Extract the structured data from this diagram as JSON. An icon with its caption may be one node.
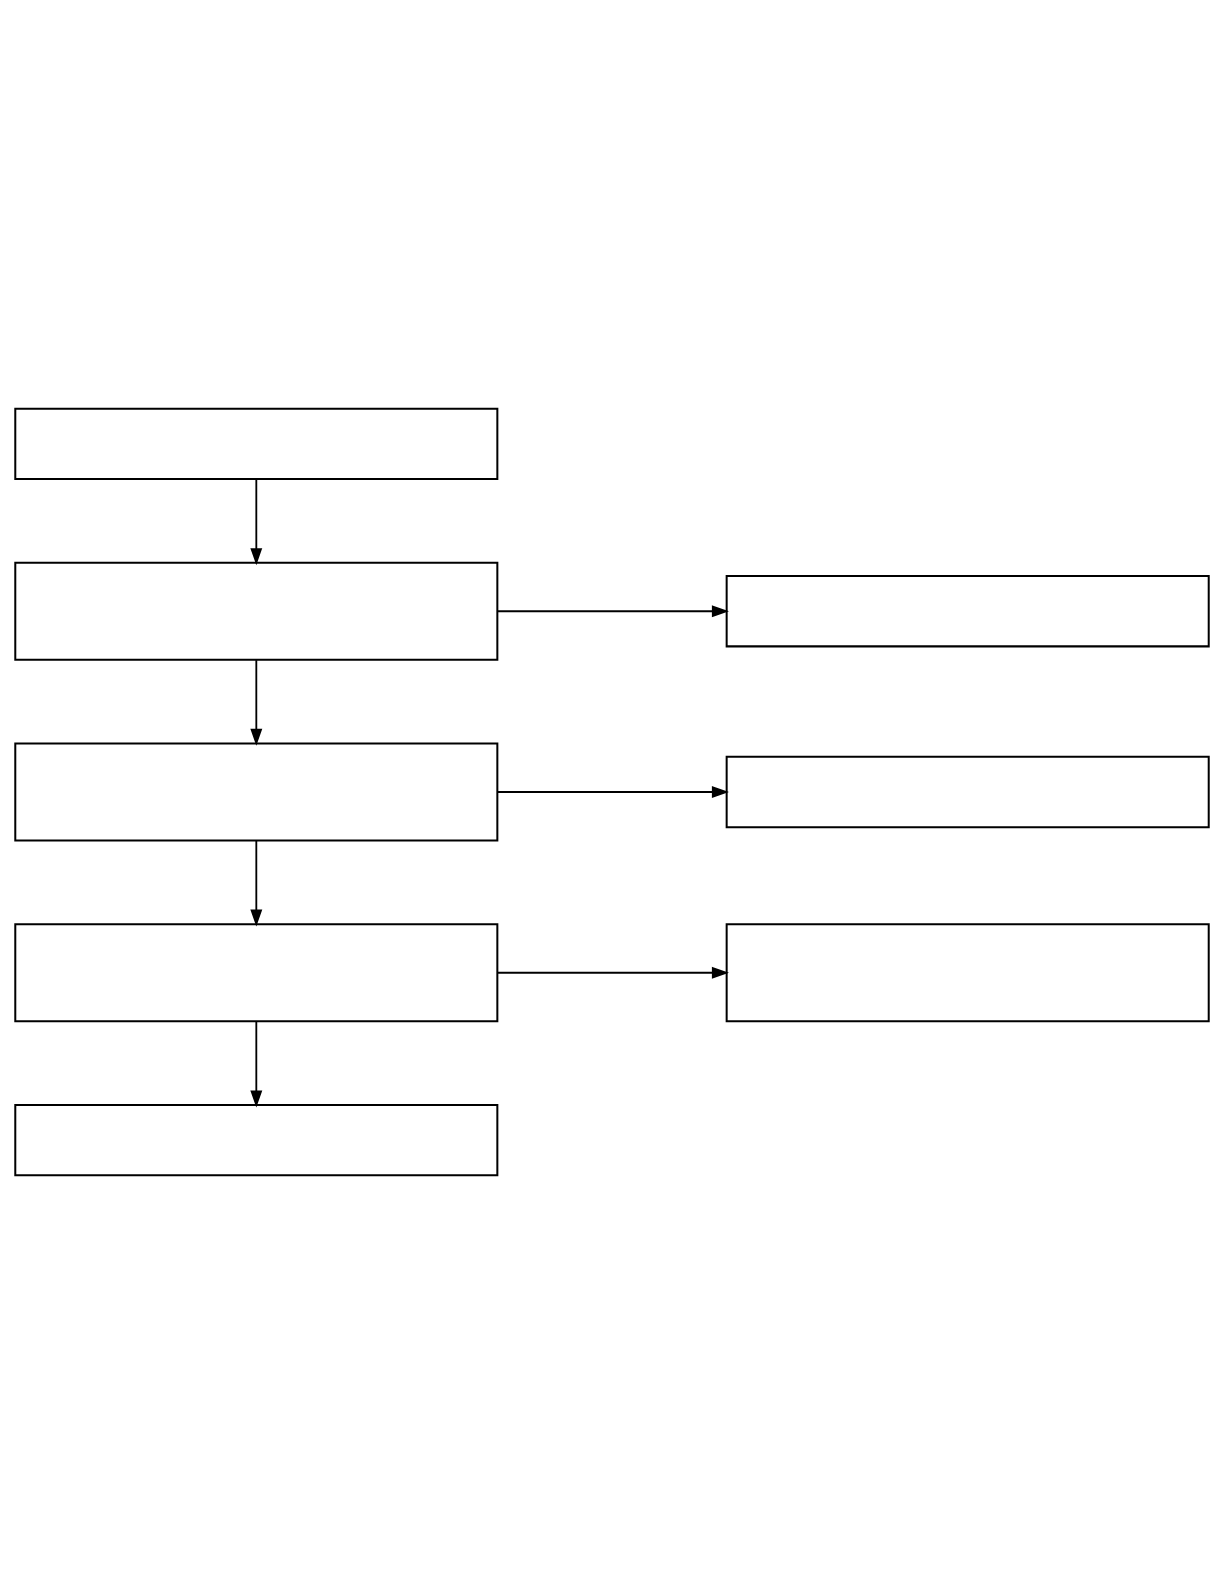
{
  "diagram": {
    "nodes": [
      {
        "text": [],
        "shape": "box"
      },
      {
        "text": [],
        "shape": "box"
      },
      {
        "text": [],
        "shape": "box"
      },
      {
        "text": [],
        "shape": "box"
      },
      {
        "text": [],
        "shape": "box"
      },
      {
        "text": [],
        "shape": "box"
      },
      {
        "text": [],
        "shape": "box"
      },
      {
        "text": [],
        "shape": "box"
      }
    ],
    "edges": [
      {
        "from": 0,
        "to": 1,
        "arrow": "to"
      },
      {
        "from": 1,
        "to": 2,
        "arrow": "to"
      },
      {
        "from": 1,
        "to": 3,
        "arrow": "to"
      },
      {
        "from": 3,
        "to": 4,
        "arrow": "to"
      },
      {
        "from": 3,
        "to": 5,
        "arrow": "to"
      },
      {
        "from": 5,
        "to": 6,
        "arrow": "to"
      },
      {
        "from": 5,
        "to": 7,
        "arrow": "to"
      }
    ]
  }
}
